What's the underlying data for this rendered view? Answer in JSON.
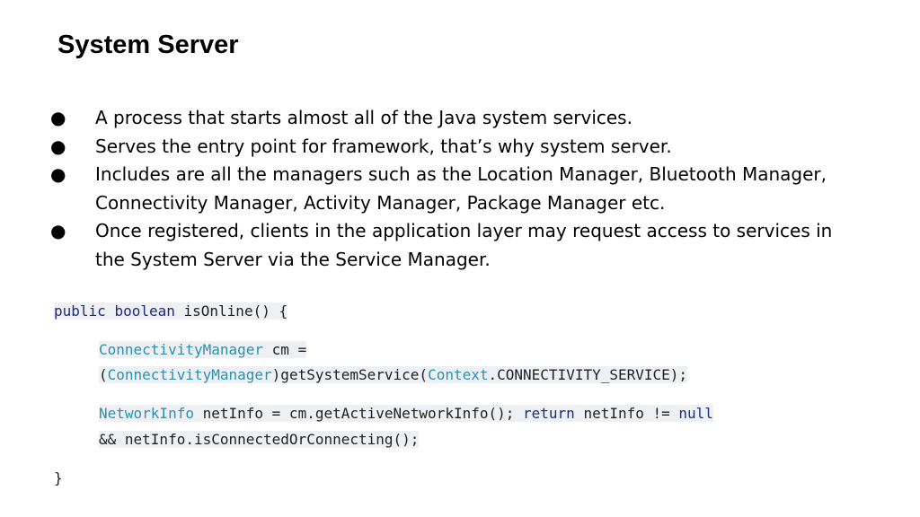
{
  "slide": {
    "title": "System Server",
    "bullets": [
      "A process that starts almost all of the Java system services.",
      "Serves the entry point for framework, that’s why system server.",
      "Includes are all the managers such as the Location Manager, Bluetooth Manager, Connectivity Manager, Activity Manager, Package Manager etc.",
      "Once registered, clients in the application layer may request access to services in the System Server via the Service Manager."
    ],
    "bullet_symbol": "●",
    "code": {
      "line1": {
        "kw1": "public",
        "kw2": "boolean",
        "rest": " isOnline() {"
      },
      "line2": {
        "type": "ConnectivityManager",
        "rest": " cm ="
      },
      "line3": {
        "open": "(",
        "type1": "ConnectivityManager",
        "mid": ")getSystemService(",
        "type2": "Context",
        "rest": ".CONNECTIVITY_SERVICE);"
      },
      "line4": {
        "type": "NetworkInfo",
        "mid": " netInfo = cm.getActiveNetworkInfo(); ",
        "kw1": "return",
        "mid2": " netInfo != ",
        "kw2": "null"
      },
      "line5": {
        "rest": "&& netInfo.isConnectedOrConnecting();"
      },
      "line6": {
        "rest": "}"
      }
    },
    "colors": {
      "keyword": "#1e2b7a",
      "type": "#2b91af",
      "code_highlight": "#eef0f3"
    }
  }
}
